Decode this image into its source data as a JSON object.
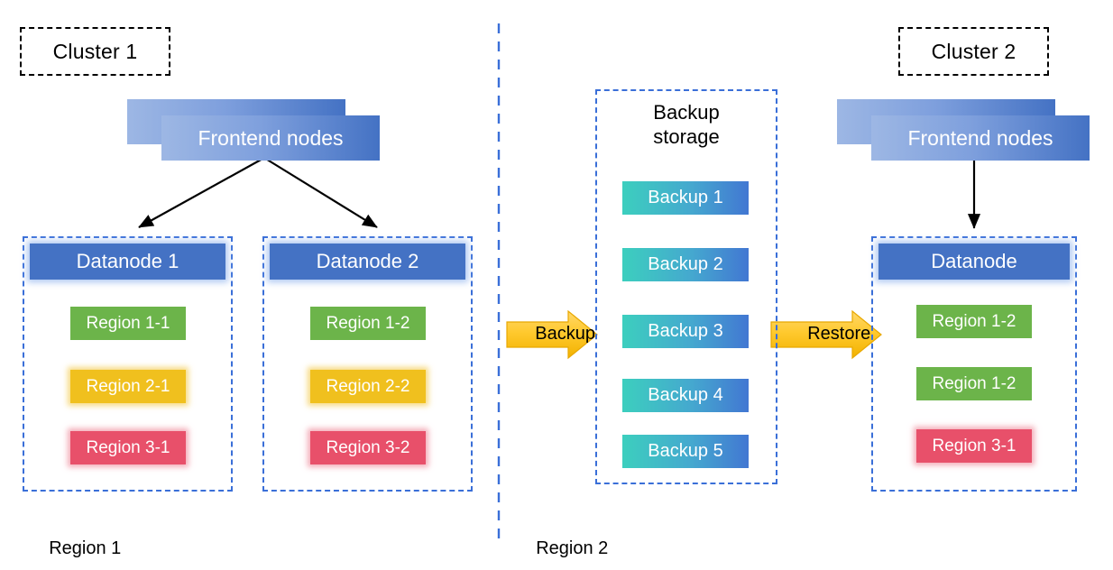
{
  "diagram": {
    "title_tags": [
      {
        "name": "cluster-1-tag",
        "label": "Cluster 1"
      },
      {
        "name": "cluster-2-tag",
        "label": "Cluster 2"
      }
    ],
    "frontend_nodes": [
      {
        "name": "cluster-1-frontend-nodes",
        "label": "Frontend nodes"
      },
      {
        "name": "cluster-2-frontend-nodes",
        "label": "Frontend nodes"
      }
    ],
    "datanodes": [
      {
        "name": "datanode-1",
        "header": "Datanode 1",
        "regions": [
          {
            "label": "Region 1-1",
            "color_name": "green",
            "color": "#6cb44a"
          },
          {
            "label": "Region 2-1",
            "color_name": "amber",
            "color": "#f0c01e"
          },
          {
            "label": "Region 3-1",
            "color_name": "red",
            "color": "#e8506a"
          }
        ]
      },
      {
        "name": "datanode-2",
        "header": "Datanode 2",
        "regions": [
          {
            "label": "Region 1-2",
            "color_name": "green",
            "color": "#6cb44a"
          },
          {
            "label": "Region 2-2",
            "color_name": "amber",
            "color": "#f0c01e"
          },
          {
            "label": "Region 3-2",
            "color_name": "red",
            "color": "#e8506a"
          }
        ]
      },
      {
        "name": "datanode-restored",
        "header": "Datanode",
        "regions": [
          {
            "label": "Region 1-2",
            "color_name": "green",
            "color": "#6cb44a"
          },
          {
            "label": "Region 1-2",
            "color_name": "green",
            "color": "#6cb44a"
          },
          {
            "label": "Region 3-1",
            "color_name": "red",
            "color": "#e8506a"
          }
        ]
      }
    ],
    "backup_storage": {
      "title_line_1": "Backup",
      "title_line_2": "storage",
      "items": [
        {
          "label": "Backup 1"
        },
        {
          "label": "Backup 2"
        },
        {
          "label": "Backup 3"
        },
        {
          "label": "Backup 4"
        },
        {
          "label": "Backup 5"
        }
      ]
    },
    "flow_arrows": [
      {
        "name": "backup-arrow",
        "label": "Backup"
      },
      {
        "name": "restore-arrow",
        "label": "Restore"
      }
    ],
    "region_labels": [
      {
        "name": "region-1-label",
        "label": "Region 1"
      },
      {
        "name": "region-2-label",
        "label": "Region 2"
      }
    ],
    "colors": {
      "node_header_blue": "#4472c4",
      "dashed_border_blue": "#3a6fd8",
      "cluster_tag_border": "#000000",
      "arrow_yellow": "#ffd24d",
      "arrow_yellow_dark": "#f2b705",
      "backup_gradient_start": "#3ccfbe",
      "backup_gradient_end": "#4277d2",
      "frontend_gradient_start": "#9db7e4",
      "frontend_gradient_end": "#4472c4",
      "region_green": "#6cb44a",
      "region_amber": "#f0c01e",
      "region_red": "#e8506a",
      "background": "#ffffff"
    }
  }
}
